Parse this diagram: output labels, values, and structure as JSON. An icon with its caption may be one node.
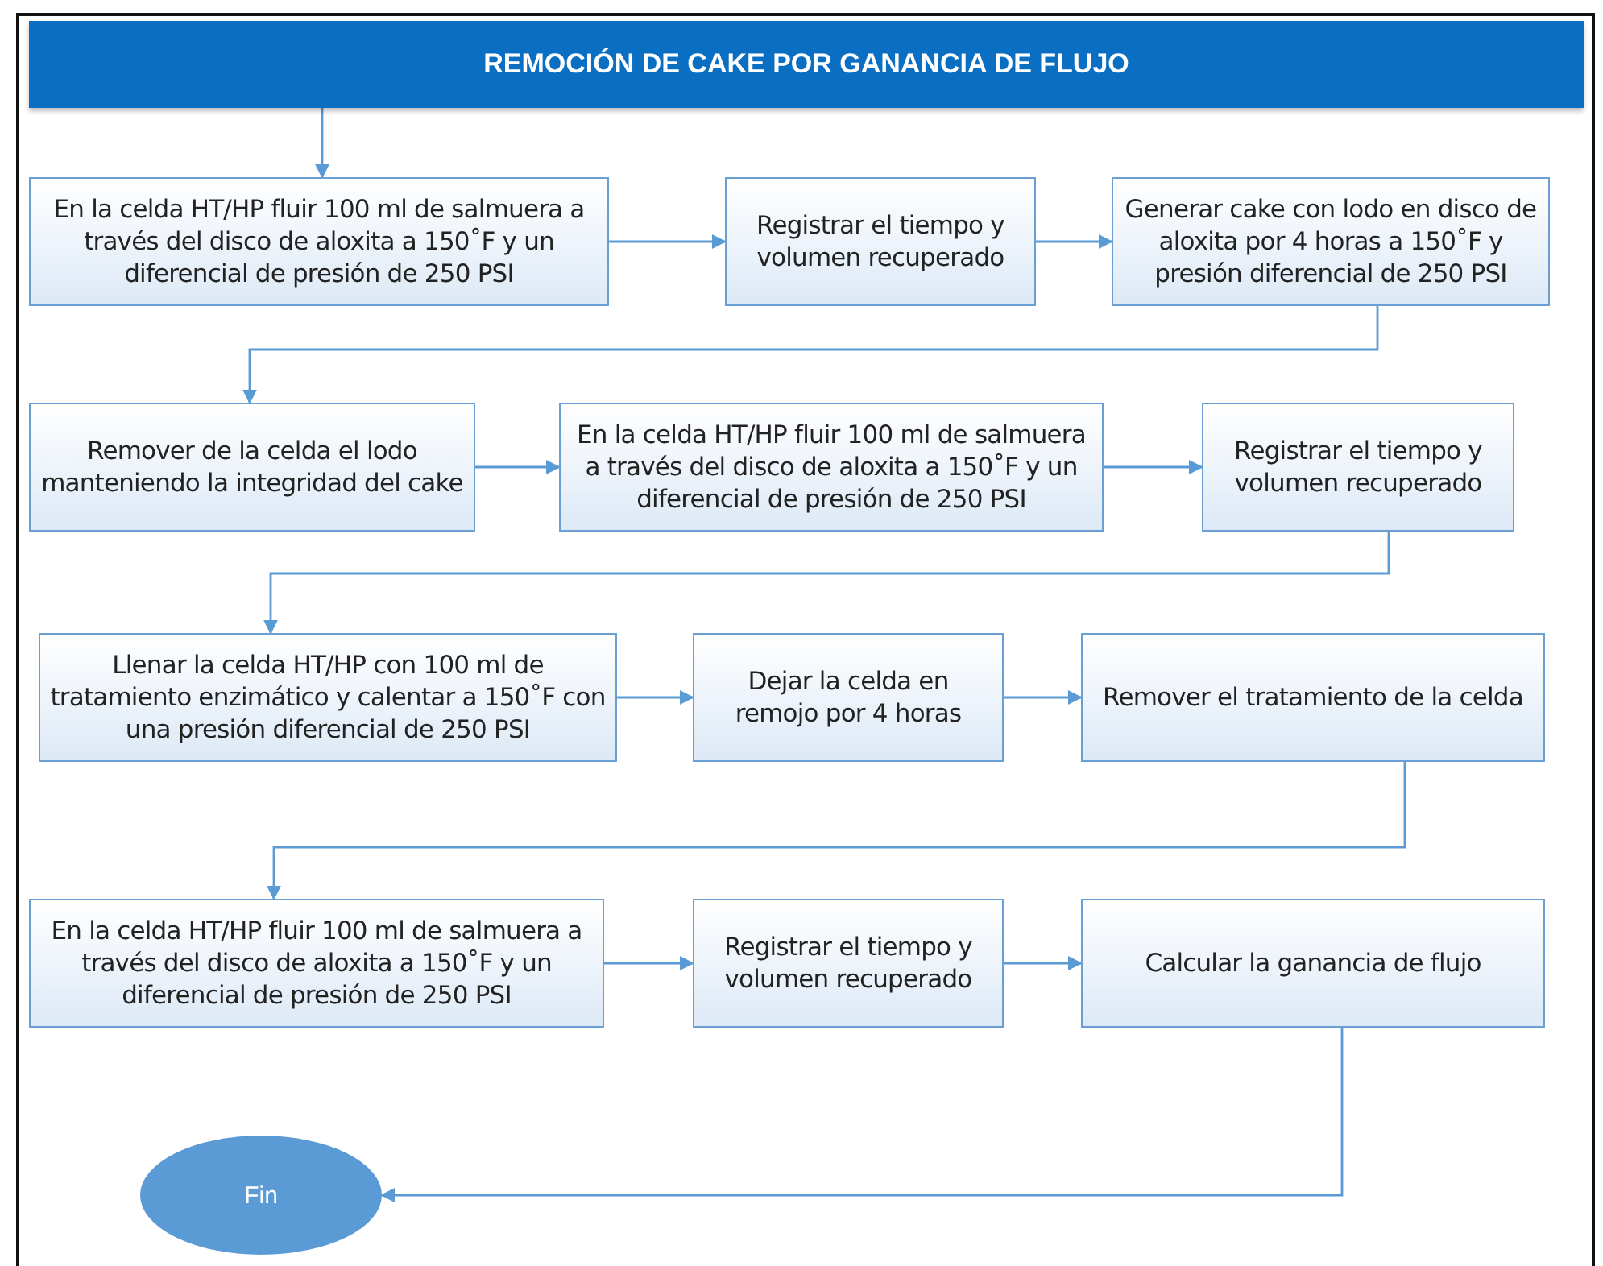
{
  "diagram": {
    "nodes": [
      {
        "text": [
          "REMOCIÓN DE CAKE POR GANANCIA DE FLUJO"
        ]
      },
      {
        "text": [
          "En la celda HT/HP fluir 100 ml de salmuera a través del disco de aloxita a 150˚F y un diferencial de presión de 250 PSI"
        ]
      },
      {
        "text": [
          "Registrar el tiempo y volumen recuperado"
        ]
      },
      {
        "text": [
          "Generar cake con lodo en disco de aloxita por 4 horas a 150˚F y presión diferencial de 250 PSI"
        ]
      },
      {
        "text": [
          "Remover de la celda el lodo manteniendo la integridad del cake"
        ]
      },
      {
        "text": [
          "En la celda HT/HP fluir 100 ml de salmuera a través del disco de aloxita a 150˚F y un diferencial de presión de 250 PSI"
        ]
      },
      {
        "text": [
          "Registrar el tiempo y volumen recuperado"
        ]
      },
      {
        "text": [
          "Llenar la celda HT/HP con 100 ml de tratamiento enzimático y calentar a 150˚F con una presión diferencial de 250 PSI"
        ]
      },
      {
        "text": [
          "Dejar la celda en remojo por 4 horas"
        ]
      },
      {
        "text": [
          "Remover el tratamiento de la celda"
        ]
      },
      {
        "text": [
          "En la celda HT/HP fluir 100 ml de salmuera a través del disco de aloxita a 150˚F y un diferencial de presión de 250 PSI"
        ]
      },
      {
        "text": [
          "Registrar el tiempo y volumen recuperado"
        ]
      },
      {
        "text": [
          "Calcular la ganancia de flujo"
        ]
      },
      {
        "text": [
          "Fin"
        ]
      }
    ],
    "edges": [
      {
        "from": 0,
        "to": 1,
        "arrow": "to"
      },
      {
        "from": 1,
        "to": 2,
        "arrow": "to"
      },
      {
        "from": 2,
        "to": 3,
        "arrow": "to"
      },
      {
        "from": 3,
        "to": 4,
        "arrow": "to"
      },
      {
        "from": 4,
        "to": 5,
        "arrow": "to"
      },
      {
        "from": 5,
        "to": 6,
        "arrow": "to"
      },
      {
        "from": 6,
        "to": 7,
        "arrow": "to"
      },
      {
        "from": 7,
        "to": 8,
        "arrow": "to"
      },
      {
        "from": 8,
        "to": 9,
        "arrow": "to"
      },
      {
        "from": 9,
        "to": 10,
        "arrow": "to"
      },
      {
        "from": 10,
        "to": 11,
        "arrow": "to"
      },
      {
        "from": 11,
        "to": 12,
        "arrow": "to"
      },
      {
        "from": 12,
        "to": 13,
        "arrow": "to"
      }
    ]
  }
}
